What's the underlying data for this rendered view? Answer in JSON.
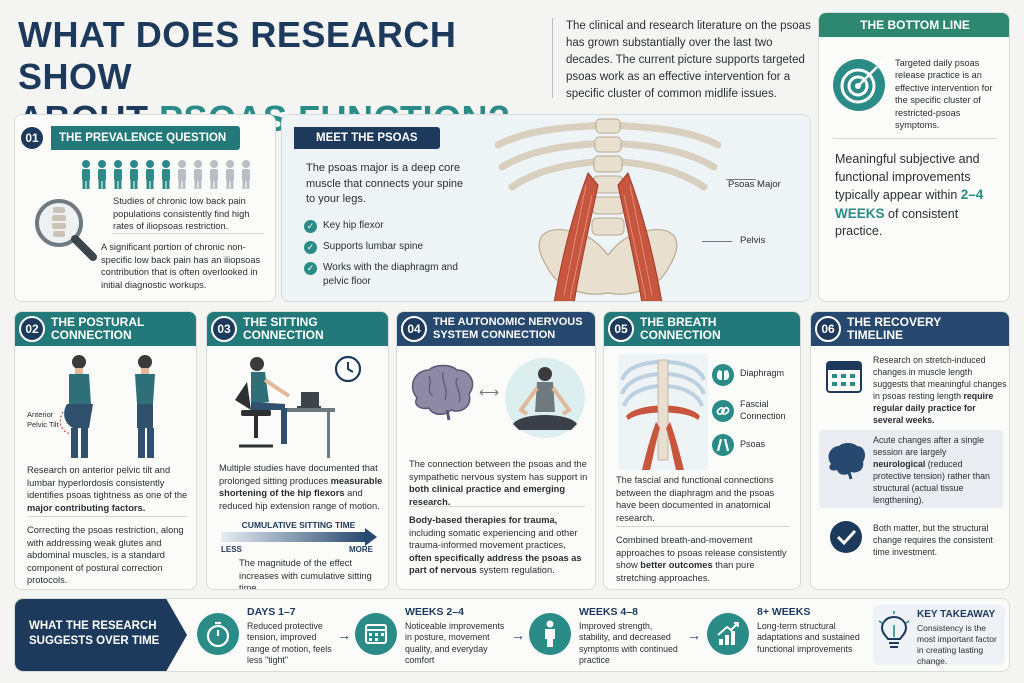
{
  "title": {
    "line1": "WHAT DOES RESEARCH SHOW",
    "line2a": "ABOUT ",
    "line2b": "PSOAS FUNCTION?"
  },
  "intro": "The clinical and research literature on the psoas has grown substantially over the last two decades. The current picture supports targeted psoas work as an effective intervention for a specific cluster of common midlife issues.",
  "bottom_line": {
    "header": "THE BOTTOM LINE",
    "text": "Targeted daily psoas release practice is an effective intervention for the specific cluster of restricted-psoas symptoms.",
    "big_text_before": "Meaningful subjective and functional improvements typically appear within",
    "big_highlight": "2–4 WEEKS",
    "big_text_after": "of consistent practice."
  },
  "prevalence": {
    "num": "01",
    "header": "THE PREVALENCE QUESTION",
    "p1": "Studies of chronic low back pain populations consistently find high rates of iliopsoas restriction.",
    "p2": "A significant portion of chronic non-specific low back pain has an iliopsoas contribution that is often overlooked in initial diagnostic workups."
  },
  "meet": {
    "header": "MEET THE PSOAS",
    "desc": "The psoas major is a deep core muscle that connects your spine to your legs.",
    "bullets": [
      "Key hip flexor",
      "Supports lumbar spine",
      "Works with the diaphragm and pelvic floor"
    ],
    "label_psoas": "Psoas Major",
    "label_pelvis": "Pelvis"
  },
  "postural": {
    "num": "02",
    "header_l1": "THE POSTURAL",
    "header_l2": "CONNECTION",
    "fig_label": "Anterior Pelvic Tilt",
    "p1_pre": "Research on anterior pelvic tilt and lumbar hyperlordosis consistently identifies psoas tightness as one of the ",
    "p1_b": "major contributing factors.",
    "p2": "Correcting the psoas restriction, along with addressing weak glutes and abdominal muscles, is a standard component of postural correction protocols."
  },
  "sitting": {
    "num": "03",
    "header_l1": "THE SITTING",
    "header_l2": "CONNECTION",
    "p1_pre": "Multiple studies have documented that prolonged sitting produces ",
    "p1_b": "measurable shortening of the hip flexors",
    "p1_post": " and reduced hip extension range of motion.",
    "bar_title": "CUMULATIVE SITTING TIME",
    "less": "LESS",
    "more": "MORE",
    "p2": "The magnitude of the effect increases with cumulative sitting time."
  },
  "autonomic": {
    "num": "04",
    "header_l1": "THE AUTONOMIC NERVOUS",
    "header_l2": "SYSTEM CONNECTION",
    "p1_pre": "The connection between the psoas and the sympathetic nervous system has support in ",
    "p1_b": "both clinical practice and emerging research.",
    "p2_b1": "Body-based therapies for trauma,",
    "p2_mid": " including somatic experiencing and other trauma-informed movement practices, ",
    "p2_b2": "often specifically address the psoas as part of nervous",
    "p2_post": " system regulation."
  },
  "breath": {
    "num": "05",
    "header_l1": "THE BREATH",
    "header_l2": "CONNECTION",
    "labels": [
      "Diaphragm",
      "Fascial Connection",
      "Psoas"
    ],
    "p1": "The fascial and functional connections between the diaphragm and the psoas have been documented in anatomical research.",
    "p2_pre": "Combined breath-and-movement approaches to psoas release consistently show ",
    "p2_b": "better outcomes",
    "p2_post": " than pure stretching approaches."
  },
  "recovery": {
    "num": "06",
    "header_l1": "THE RECOVERY",
    "header_l2": "TIMELINE",
    "p1_pre": "Research on stretch-induced changes in muscle length suggests that meaningful changes in psoas resting length ",
    "p1_b": "require regular daily practice for several weeks.",
    "p2_pre": "Acute changes after a single session are largely ",
    "p2_b": "neurological",
    "p2_post": " (reduced protective tension) rather than structural (actual tissue lengthening).",
    "p3": "Both matter, but the structural change requires the consistent time investment."
  },
  "timeline": {
    "label": "WHAT THE RESEARCH SUGGESTS OVER TIME",
    "steps": [
      {
        "title": "DAYS 1–7",
        "text": "Reduced protective tension, improved range of motion, feels less \"tight\""
      },
      {
        "title": "WEEKS 2–4",
        "text": "Noticeable improvements in posture, movement quality, and everyday comfort"
      },
      {
        "title": "WEEKS 4–8",
        "text": "Improved strength, stability, and decreased symptoms with continued practice"
      },
      {
        "title": "8+ WEEKS",
        "text": "Long-term structural adaptations and sustained functional improvements"
      }
    ],
    "takeaway_title": "KEY TAKEAWAY",
    "takeaway_text": "Consistency is the most important factor in creating lasting change."
  },
  "colors": {
    "navy": "#1d3a5c",
    "teal": "#2a8b87",
    "muscle": "#c8563f"
  }
}
